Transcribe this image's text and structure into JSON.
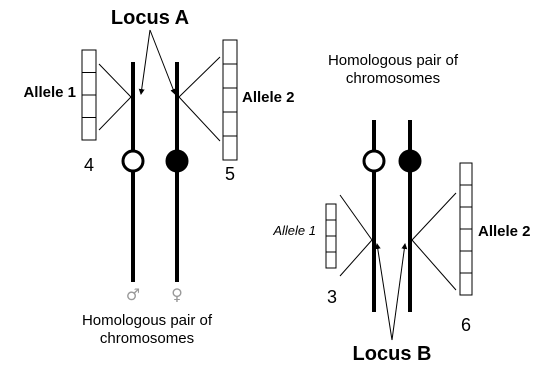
{
  "left_pair": {
    "locus_label": "Locus A",
    "allele_left_label": "Allele 1",
    "allele_right_label": "Allele 2",
    "count_left": "4",
    "count_right": "5",
    "male_symbol": "♂",
    "female_symbol": "♀",
    "caption_line1": "Homologous pair of",
    "caption_line2": "chromosomes"
  },
  "right_pair": {
    "caption_line1": "Homologous pair of",
    "caption_line2": "chromosomes",
    "allele_left_label": "Allele 1",
    "allele_right_label": "Allele 2",
    "count_left": "3",
    "count_right": "6",
    "locus_label": "Locus B"
  },
  "colors": {
    "line": "#000000",
    "sex_symbol": "#999999"
  }
}
